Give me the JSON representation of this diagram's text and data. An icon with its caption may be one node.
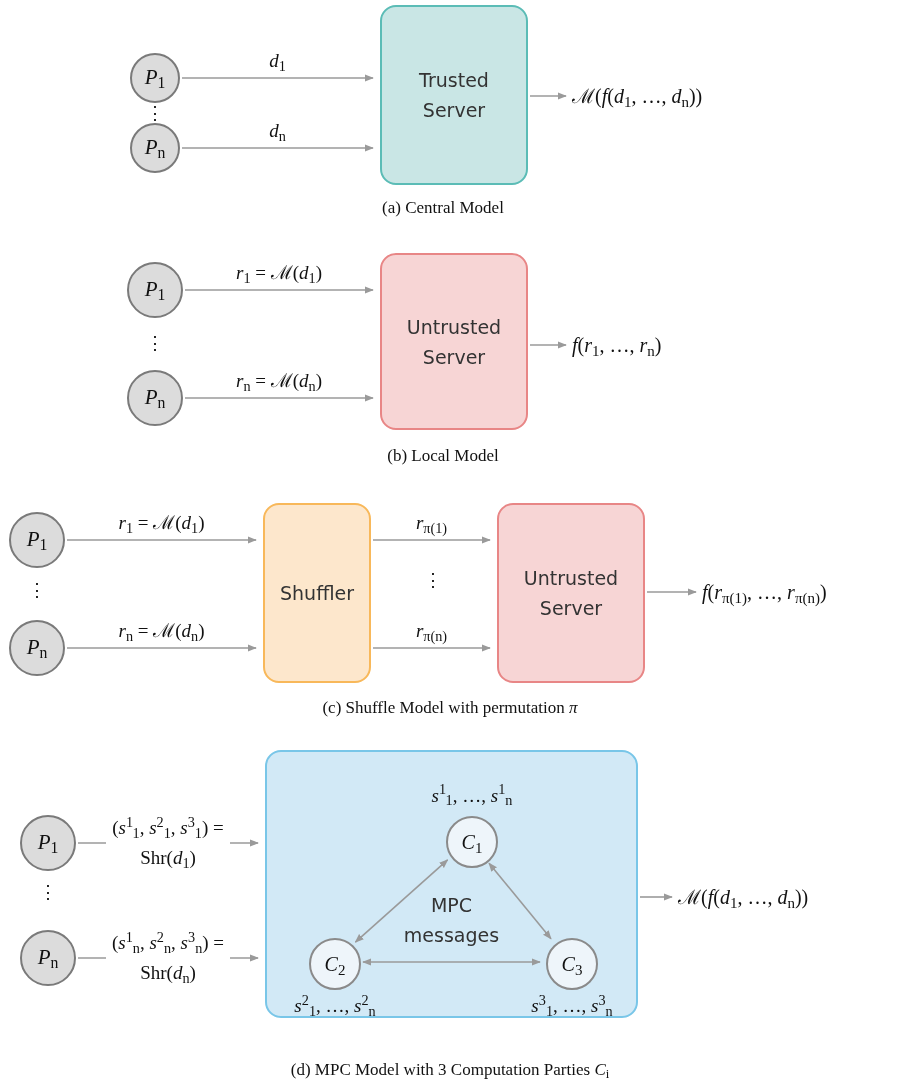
{
  "diagram": {
    "nodes": [
      {
        "text": [
          "*P*$_{1}$"
        ]
      },
      {
        "text": [
          "*P*$_{n}$"
        ]
      },
      {
        "text": [
          "Trusted Server"
        ]
      },
      {
        "text": [
          "ℳ(*f*(*d*$_{1}$, …, *d*$_{n}$))"
        ]
      },
      {
        "text": [
          "*P*$_{1}$"
        ]
      },
      {
        "text": [
          "*P*$_{n}$"
        ]
      },
      {
        "text": [
          "Untrusted Server"
        ]
      },
      {
        "text": [
          "*f*(*r*$_{1}$, …, *r*$_{n}$)"
        ]
      },
      {
        "text": [
          "*P*$_{1}$"
        ]
      },
      {
        "text": [
          "*P*$_{n}$"
        ]
      },
      {
        "text": [
          "Shuffler"
        ]
      },
      {
        "text": [
          "Untrusted Server"
        ]
      },
      {
        "text": [
          "*f*(*r*$_{π(1)}$, …, *r*$_{π(n)}$)"
        ]
      },
      {
        "text": [
          "*P*$_{1}$"
        ]
      },
      {
        "text": [
          "*P*$_{n}$"
        ]
      },
      {
        "text": [
          "MPC messages"
        ]
      },
      {
        "text": [
          "*C*$_{1}$"
        ],
        "in": 15,
        "beside": [
          "*s*$^{1}$$_{1}$, …, *s*$^{1}$$_{n}$"
        ]
      },
      {
        "text": [
          "*C*$_{2}$"
        ],
        "in": 15,
        "beside": [
          "*s*$^{2}$$_{1}$, …, *s*$^{2}$$_{n}$"
        ]
      },
      {
        "text": [
          "*C*$_{3}$"
        ],
        "in": 15,
        "beside": [
          "*s*$^{3}$$_{1}$, …, *s*$^{3}$$_{n}$"
        ]
      },
      {
        "text": [
          "ℳ(*f*(*d*$_{1}$, …, *d*$_{n}$))"
        ]
      }
    ],
    "edges": [
      {
        "from": 0,
        "to": 2,
        "arrow": "to",
        "label": "*d*$_{1}$"
      },
      {
        "from": 1,
        "to": 2,
        "arrow": "to",
        "label": "*d*$_{n}$"
      },
      {
        "from": 2,
        "to": 3,
        "arrow": "to"
      },
      {
        "from": 4,
        "to": 6,
        "arrow": "to",
        "label": "*r*$_{1}$ = ℳ(*d*$_{1}$)"
      },
      {
        "from": 5,
        "to": 6,
        "arrow": "to",
        "label": "*r*$_{n}$ = ℳ(*d*$_{n}$)"
      },
      {
        "from": 6,
        "to": 7,
        "arrow": "to"
      },
      {
        "from": 8,
        "to": 10,
        "arrow": "to",
        "label": "*r*$_{1}$ = ℳ(*d*$_{1}$)"
      },
      {
        "from": 9,
        "to": 10,
        "arrow": "to",
        "label": "*r*$_{n}$ = ℳ(*d*$_{n}$)"
      },
      {
        "from": 10,
        "to": 11,
        "arrow": "to",
        "label": "*r*$_{π(1)}$"
      },
      {
        "from": 10,
        "to": 11,
        "arrow": "to",
        "label": "*r*$_{π(n)}$"
      },
      {
        "from": 11,
        "to": 12,
        "arrow": "to"
      },
      {
        "from": 13,
        "to": 15,
        "arrow": "to",
        "label": "(*s*$^{1}$$_{1}$, *s*$^{2}$$_{1}$, *s*$^{3}$$_{1}$) = Shr(*d*$_{1}$)"
      },
      {
        "from": 14,
        "to": 15,
        "arrow": "to",
        "label": "(*s*$^{1}$$_{n}$, *s*$^{2}$$_{n}$, *s*$^{3}$$_{n}$) = Shr(*d*$_{n}$)"
      },
      {
        "from": 16,
        "to": 17,
        "arrow": "both"
      },
      {
        "from": 16,
        "to": 18,
        "arrow": "both"
      },
      {
        "from": 17,
        "to": 18,
        "arrow": "both"
      },
      {
        "from": 15,
        "to": 19,
        "arrow": "to"
      }
    ],
    "labels": [
      "⋮",
      "(a) Central Model",
      "⋮",
      "(b) Local Model",
      "⋮",
      "⋮",
      "(c) Shuffle Model with permutation *π*",
      "⋮",
      "(d) MPC Model with 3 Computation Parties *C*$_{i}$"
    ]
  }
}
